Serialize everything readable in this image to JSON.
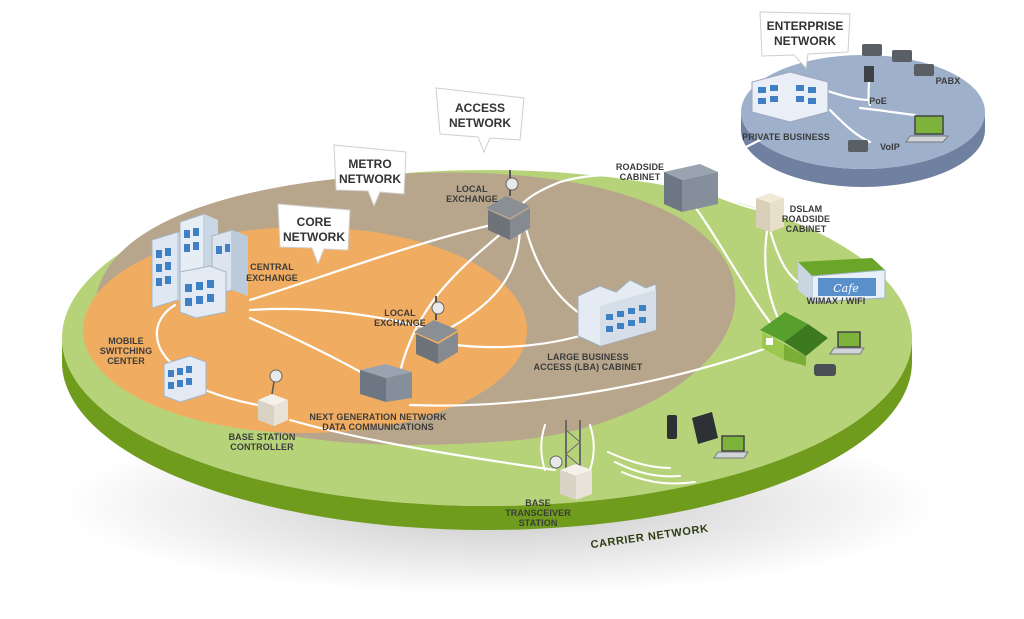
{
  "colors": {
    "carrier_top": "#b7d37a",
    "carrier_side": "#6f9c1d",
    "metro_fill": "#b7a68c",
    "core_fill": "#f0ad62",
    "enterprise_top": "#9fb0cb",
    "enterprise_side": "#6f80a0",
    "wire": "#ffffff",
    "building_blue": "#3f7fc4"
  },
  "zones": {
    "enterprise": [
      "ENTERPRISE",
      "NETWORK"
    ],
    "access": [
      "ACCESS",
      "NETWORK"
    ],
    "metro": [
      "METRO",
      "NETWORK"
    ],
    "core": [
      "CORE",
      "NETWORK"
    ],
    "carrier": "CARRIER NETWORK"
  },
  "nodes": {
    "private_business": "PRIVATE BUSINESS",
    "pabx": "PABX",
    "poe": "PoE",
    "voip": "VoIP",
    "roadside_cabinet": [
      "ROADSIDE",
      "CABINET"
    ],
    "dslam": [
      "DSLAM",
      "ROADSIDE",
      "CABINET"
    ],
    "local_exchange_top": [
      "LOCAL",
      "EXCHANGE"
    ],
    "central_exchange": [
      "CENTRAL",
      "EXCHANGE"
    ],
    "local_exchange_mid": [
      "LOCAL",
      "EXCHANGE"
    ],
    "lba_cabinet": [
      "LARGE BUSINESS",
      "ACCESS (LBA) CABINET"
    ],
    "wimax": "WIMAX / WIFI",
    "cafe": "Cafe",
    "mobile_switching": [
      "MOBILE",
      "SWITCHING",
      "CENTER"
    ],
    "ngn": [
      "NEXT GENERATION NETWORK",
      "DATA COMMUNICATIONS"
    ],
    "bsc": [
      "BASE STATION",
      "CONTROLLER"
    ],
    "bts": [
      "BASE",
      "TRANSCEIVER",
      "STATION"
    ]
  }
}
